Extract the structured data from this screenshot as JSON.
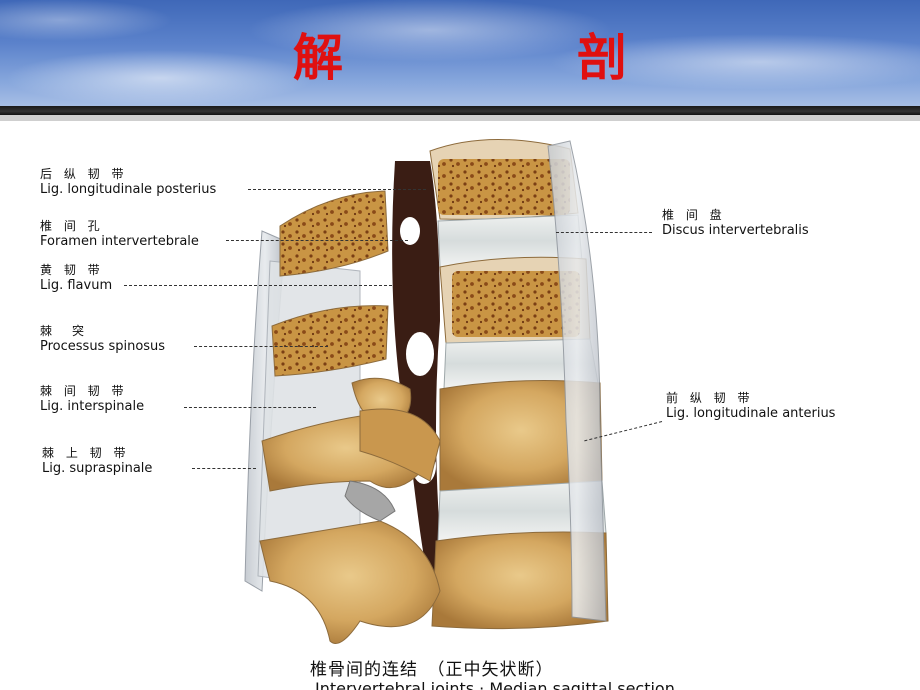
{
  "header": {
    "title": "解　剖"
  },
  "labels": [
    {
      "zh": "后 纵 韧 带",
      "en": "Lig. longitudinale posterius"
    },
    {
      "zh": "椎 间 孔",
      "en": "Foramen intervertebrale"
    },
    {
      "zh": "黄 韧 带",
      "en": "Lig. flavum"
    },
    {
      "zh": "棘　突",
      "en": "Processus spinosus"
    },
    {
      "zh": "棘 间 韧 带",
      "en": "Lig. interspinale"
    },
    {
      "zh": "棘 上 韧 带",
      "en": "Lig. supraspinale"
    },
    {
      "zh": "椎 间 盘",
      "en": "Discus intervertebralis"
    },
    {
      "zh": "前 纵 韧 带",
      "en": "Lig. longitudinale anterius"
    }
  ],
  "caption": {
    "zh": "椎骨间的连结　（正中矢状断）",
    "en": "Intervertebral joints · Median sagittal section"
  }
}
